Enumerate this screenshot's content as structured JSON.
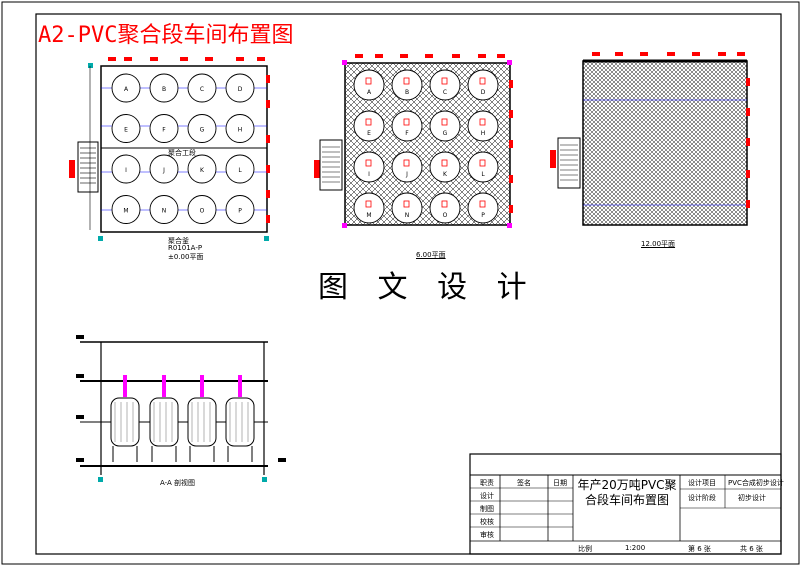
{
  "title": "A2-PVC聚合段车间布置图",
  "center_label": "图 文 设 计",
  "plan1": {
    "section_label": "聚合工段",
    "vessel_letters": [
      "A",
      "B",
      "C",
      "D",
      "E",
      "F",
      "G",
      "H",
      "I",
      "J",
      "K",
      "L",
      "M",
      "N",
      "O",
      "P"
    ],
    "caption_line1": "聚合釜",
    "caption_line2": "R0101A-P",
    "caption_line3": "±0.00平面"
  },
  "plan2": {
    "caption": "6.00平面",
    "vessel_letters": [
      "A",
      "B",
      "C",
      "D",
      "E",
      "F",
      "G",
      "H",
      "I",
      "J",
      "K",
      "L",
      "M",
      "N",
      "O",
      "P"
    ]
  },
  "plan3": {
    "caption": "12.00平面"
  },
  "section": {
    "caption": "A-A 剖视图"
  },
  "title_block": {
    "headers": {
      "role": "职责",
      "sign": "签名",
      "date": "日期"
    },
    "rows": [
      "设计",
      "制图",
      "校核",
      "审核"
    ],
    "project_title": "年产20万吨PVC聚合段车间布置图",
    "stage_label": "设计项目",
    "stage_value": "PVC合成初步设计",
    "phase_label": "设计阶段",
    "phase_value": "初步设计",
    "scale_label": "比例",
    "scale_value": "1:200",
    "sheet_label": "第 6 张",
    "total_label": "共 6 张"
  },
  "colors": {
    "line": "#000000",
    "accent": "#ff0000",
    "marker": "#ff00ff",
    "axis": "#0000ff",
    "dim_node": "#00aaaa"
  }
}
